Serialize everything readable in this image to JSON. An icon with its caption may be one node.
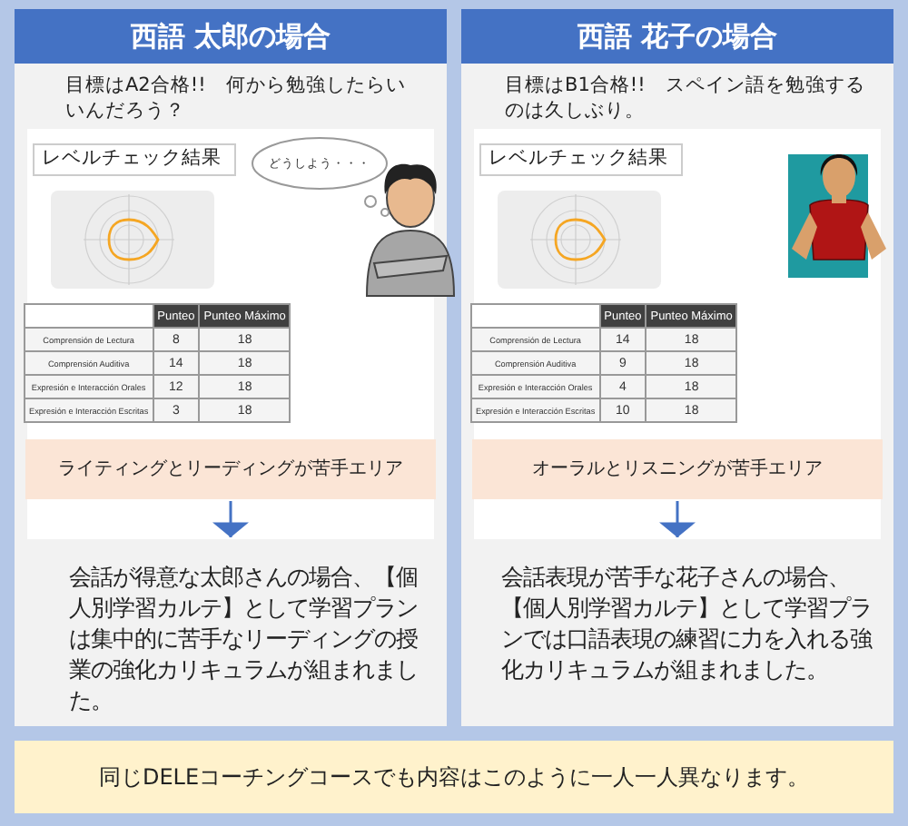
{
  "diagram": {
    "nodes": [
      {
        "text": [
          "西語 太郎の場合",
          "目標はA2合格!!　何から勉強したらいいんだろう？"
        ]
      },
      {
        "text": [
          "レベルチェック結果"
        ],
        "in": 0
      },
      {
        "text": [
          "どうしよう・・・"
        ],
        "in": 0
      },
      {
        "text": [
          "ライティングとリーディングが苦手エリア"
        ],
        "in": 0
      },
      {
        "text": [
          "会話が得意な太郎さんの場合、【個人別学習カルテ】として学習プランは集中的に苦手なリーディングの授業の強化カリキュラムが組まれました。"
        ],
        "in": 0
      },
      {
        "text": [
          "西語 花子の場合",
          "目標はB1合格!!　スペイン語を勉強するのは久しぶり。"
        ]
      },
      {
        "text": [
          "レベルチェック結果"
        ],
        "in": 5
      },
      {
        "text": [
          "オーラルとリスニングが苦手エリア"
        ],
        "in": 5
      },
      {
        "text": [
          "会話表現が苦手な花子さんの場合、【個人別学習カルテ】として学習プランでは口語表現の練習に力を入れる強化カリキュラムが組まれました。"
        ],
        "in": 5
      },
      {
        "text": [
          "同じDELEコーチングコースでも内容はこのように一人一人異なります。"
        ]
      }
    ],
    "edges": [
      {
        "from": 3,
        "to": 4,
        "arrow": "to"
      },
      {
        "from": 7,
        "to": 8,
        "arrow": "to"
      }
    ],
    "labels": [
      "Punteo",
      "Punteo Máximo",
      "Comprensión de Lectura",
      "8",
      "18",
      "Comprensión Auditiva",
      "14",
      "18",
      "Expresión e Interacción Orales",
      "12",
      "18",
      "Expresión e Interacción Escritas",
      "3",
      "18",
      "Punteo",
      "Punteo Máximo",
      "Comprensión de Lectura",
      "14",
      "18",
      "Comprensión Auditiva",
      "9",
      "18",
      "Expresión e Interacción Orales",
      "4",
      "18",
      "Expresión e Interacción Escritas",
      "10",
      "18"
    ]
  }
}
